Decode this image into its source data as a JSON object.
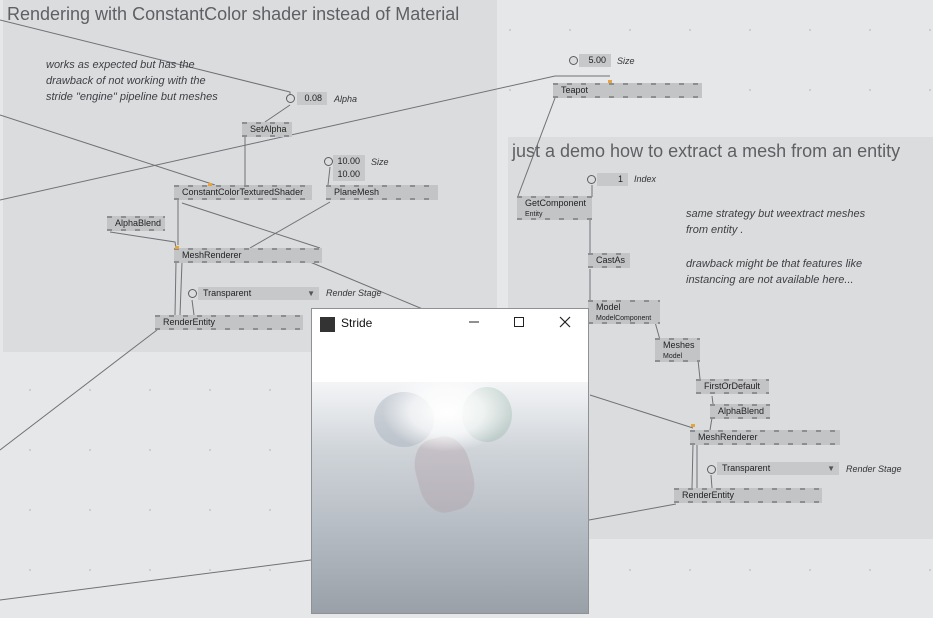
{
  "regions": {
    "left_title": "Rendering with ConstantColor shader instead of Material",
    "right_title": "just a demo how to extract a mesh from an entity"
  },
  "comments": {
    "left": "works as expected but has the\ndrawback of not working with the\nstride \"engine\" pipeline but meshes",
    "right_1": "same strategy but  weextract meshes\nfrom entity .",
    "right_2": "drawback might be that features like\ninstancing are not available here..."
  },
  "left_patch": {
    "alpha_value": "0.08",
    "alpha_label": "Alpha",
    "set_alpha": "SetAlpha",
    "shader": "ConstantColorTexturedShader",
    "size_value_1": "10.00",
    "size_value_2": "10.00",
    "size_label": "Size",
    "plane_mesh": "PlaneMesh",
    "alpha_blend": "AlphaBlend",
    "mesh_renderer": "MeshRenderer",
    "render_stage_value": "Transparent",
    "render_stage_label": "Render Stage",
    "render_entity": "RenderEntity"
  },
  "right_patch": {
    "teapot_size_value": "5.00",
    "teapot_size_label": "Size",
    "teapot": "Teapot",
    "index_value": "1",
    "index_label": "Index",
    "get_component": "GetComponent",
    "get_component_sub": "Entity",
    "cast_as": "CastAs",
    "model": "Model",
    "model_sub": "ModelComponent",
    "meshes": "Meshes",
    "meshes_sub": "Model",
    "first_or_default": "FirstOrDefault",
    "alpha_blend": "AlphaBlend",
    "mesh_renderer": "MeshRenderer",
    "render_stage_value": "Transparent",
    "render_stage_label": "Render Stage",
    "render_entity": "RenderEntity"
  },
  "window": {
    "title": "Stride",
    "minimize_icon": "minimize-icon",
    "maximize_icon": "maximize-icon",
    "close_icon": "close-icon"
  },
  "colors": {
    "canvas": "#e6e7e9",
    "region": "#dbdcde",
    "node": "#c3c4c6",
    "pin_highlight": "#e8a33c"
  }
}
